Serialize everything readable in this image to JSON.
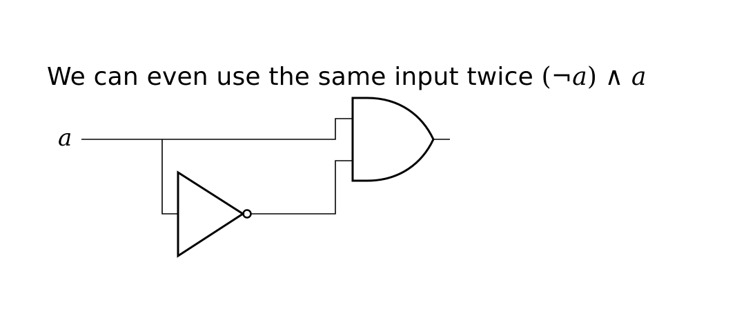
{
  "title": {
    "text": "We can even use the same input twice ",
    "expr_open": "(",
    "expr_not": "¬",
    "expr_var1": "a",
    "expr_close": ")",
    "expr_and": " ∧ ",
    "expr_var2": "a"
  },
  "circuit": {
    "input_label": "a",
    "gates": [
      "and-gate",
      "not-gate"
    ],
    "line_color": "#000000"
  }
}
